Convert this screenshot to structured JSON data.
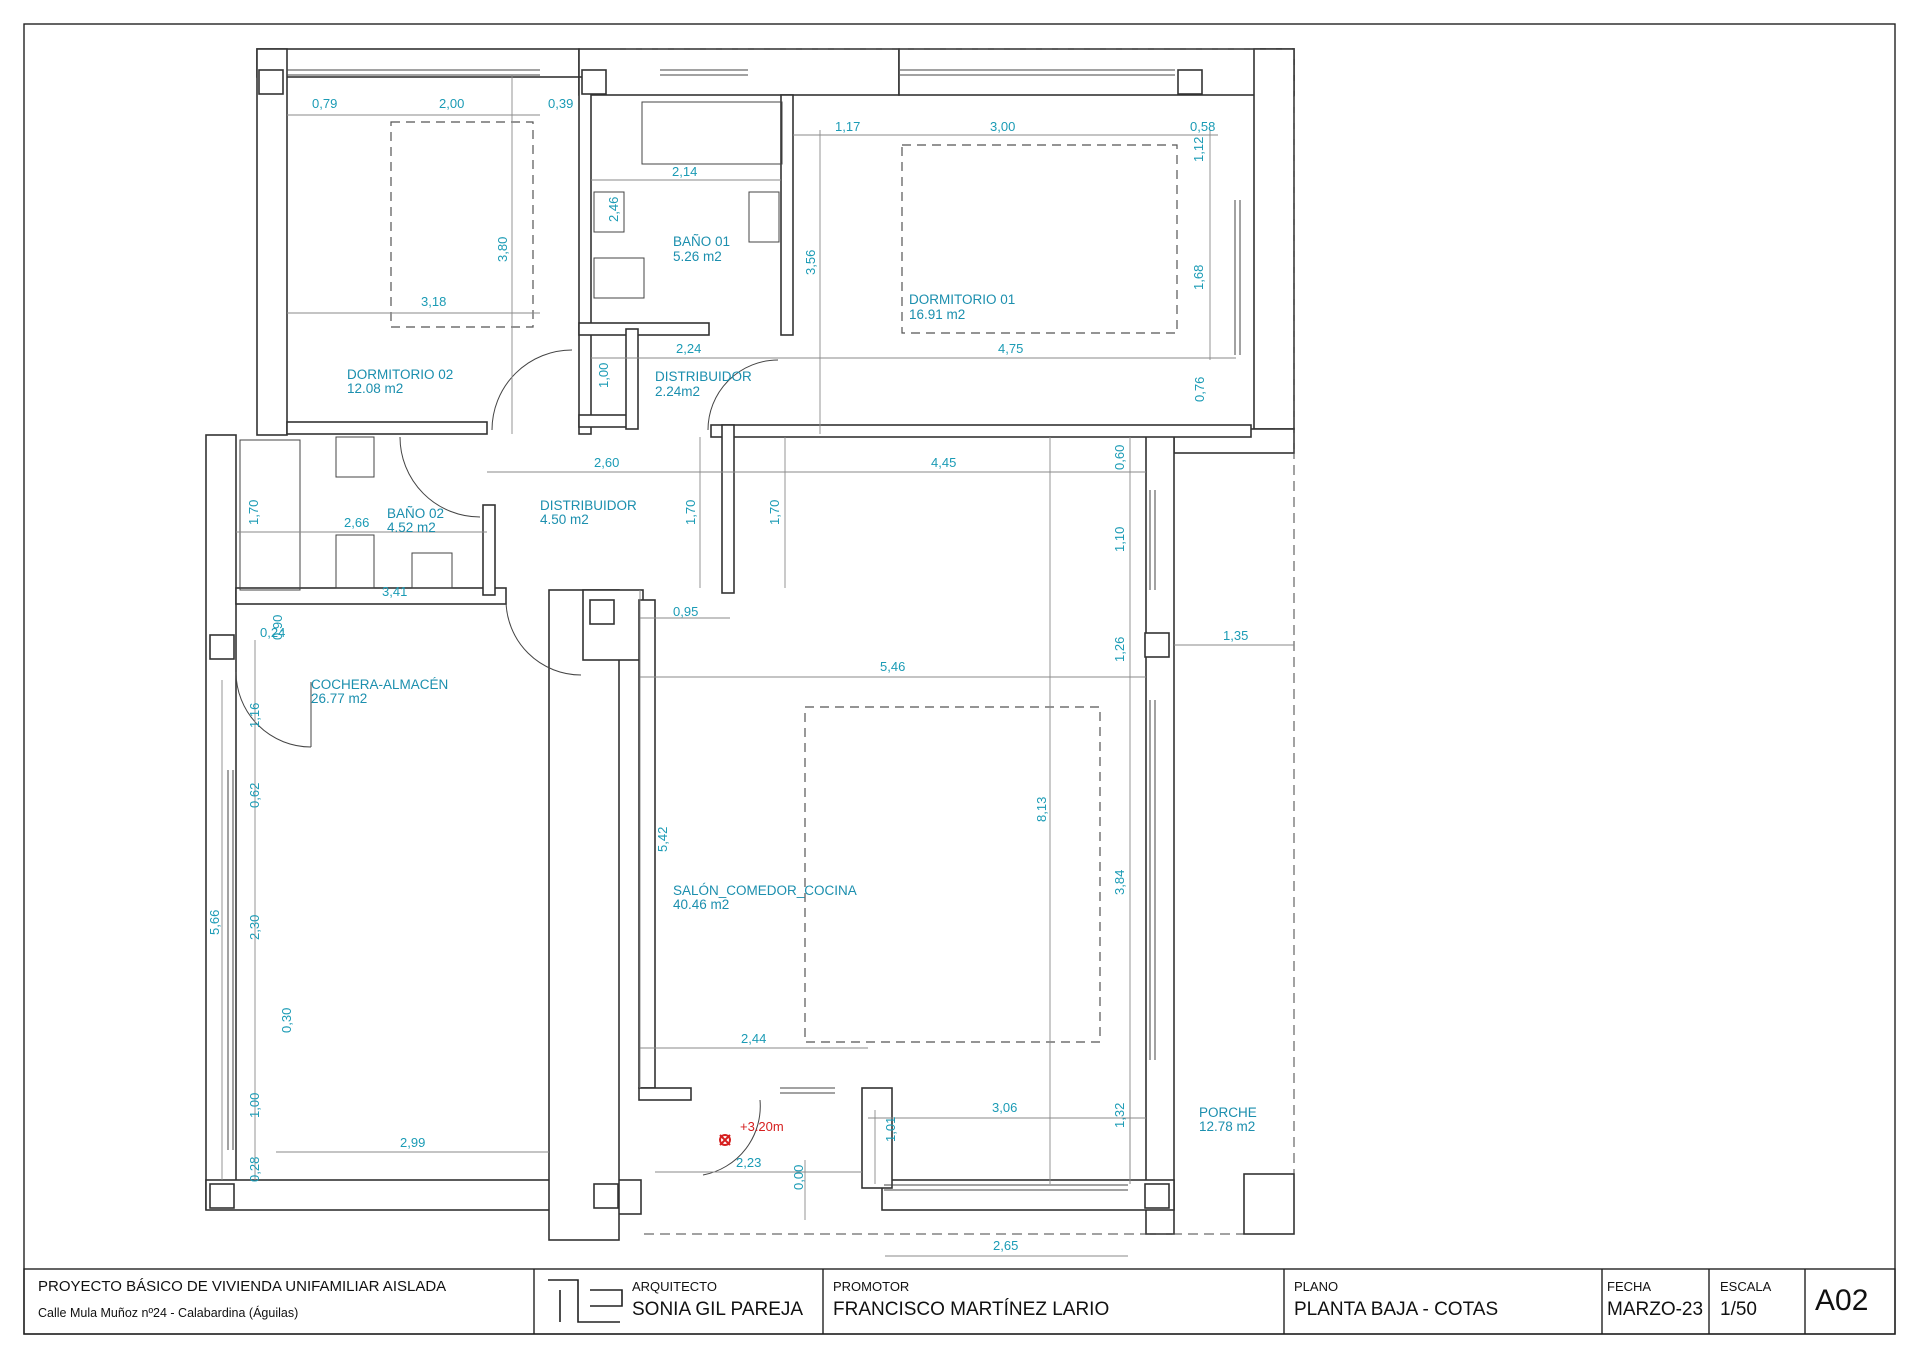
{
  "rooms": [
    {
      "name": "DORMITORIO 02",
      "area": "12.08 m2"
    },
    {
      "name": "BAÑO 01",
      "area": "5.26 m2"
    },
    {
      "name": "DORMITORIO 01",
      "area": "16.91 m2"
    },
    {
      "name": "DISTRIBUIDOR",
      "area": "2.24m2"
    },
    {
      "name": "BAÑO 02",
      "area": "4.52 m2"
    },
    {
      "name": "DISTRIBUIDOR",
      "area": "4.50 m2"
    },
    {
      "name": "COCHERA-ALMACÉN",
      "area": "26.77 m2"
    },
    {
      "name": "SALÓN_COMEDOR_COCINA",
      "area": "40.46 m2"
    },
    {
      "name": "PORCHE",
      "area": "12.78 m2"
    }
  ],
  "level_mark": "+3.20m",
  "dimensions": [
    "0,79",
    "2,00",
    "0,39",
    "1,17",
    "3,00",
    "0,58",
    "1,12",
    "2,14",
    "2,46",
    "3,80",
    "3,56",
    "1,68",
    "3,18",
    "2,24",
    "4,75",
    "1,00",
    "0,76",
    "2,60",
    "4,45",
    "0,60",
    "1,70",
    "1,70",
    "1,70",
    "2,66",
    "1,10",
    "3,41",
    "0,95",
    "1,26",
    "1,35",
    "0,24",
    "0,90",
    "5,46",
    "1,16",
    "0,62",
    "5,42",
    "8,13",
    "3,84",
    "5,66",
    "2,30",
    "0,30",
    "2,44",
    "1,00",
    "3,06",
    "1,01",
    "1,32",
    "2,99",
    "2,23",
    "0,00",
    "0,28",
    "2,65"
  ],
  "title_block": {
    "project_title": "PROYECTO BÁSICO DE VIVIENDA UNIFAMILIAR AISLADA",
    "address": "Calle Mula Muñoz nº24 - Calabardina (Águilas)",
    "architect_label": "ARQUITECTO",
    "architect_name": "SONIA GIL PAREJA",
    "promoter_label": "PROMOTOR",
    "promoter_name": "FRANCISCO MARTÍNEZ LARIO",
    "plan_label": "PLANO",
    "plan_name": "PLANTA BAJA - COTAS",
    "date_label": "FECHA",
    "date_value": "MARZO-23",
    "scale_label": "ESCALA",
    "scale_value": "1/50",
    "sheet_number": "A02"
  }
}
